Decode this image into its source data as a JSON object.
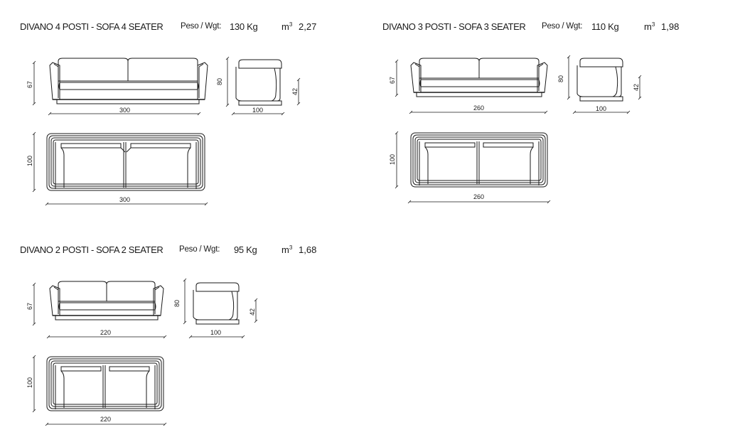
{
  "sofas": [
    {
      "title": "DIVANO 4 POSTI - SOFA 4 SEATER",
      "weight_label": "Peso / Wgt:",
      "weight_value": "130 Kg",
      "volume_unit": "m",
      "volume_exp": "3",
      "volume_value": "2,27",
      "dims": {
        "front_height": "67",
        "front_width": "300",
        "side_height": "80",
        "side_seat": "42",
        "side_depth": "100",
        "plan_depth": "100",
        "plan_width": "300"
      }
    },
    {
      "title": "DIVANO 3 POSTI - SOFA 3 SEATER",
      "weight_label": "Peso / Wgt:",
      "weight_value": "110 Kg",
      "volume_unit": "m",
      "volume_exp": "3",
      "volume_value": "1,98",
      "dims": {
        "front_height": "67",
        "front_width": "260",
        "side_height": "80",
        "side_seat": "42",
        "side_depth": "100",
        "plan_depth": "100",
        "plan_width": "260"
      }
    },
    {
      "title": "DIVANO 2 POSTI - SOFA 2 SEATER",
      "weight_label": "Peso / Wgt:",
      "weight_value": "95 Kg",
      "volume_unit": "m",
      "volume_exp": "3",
      "volume_value": "1,68",
      "dims": {
        "front_height": "67",
        "front_width": "220",
        "side_height": "80",
        "side_seat": "42",
        "side_depth": "100",
        "plan_depth": "100",
        "plan_width": "220"
      }
    }
  ]
}
